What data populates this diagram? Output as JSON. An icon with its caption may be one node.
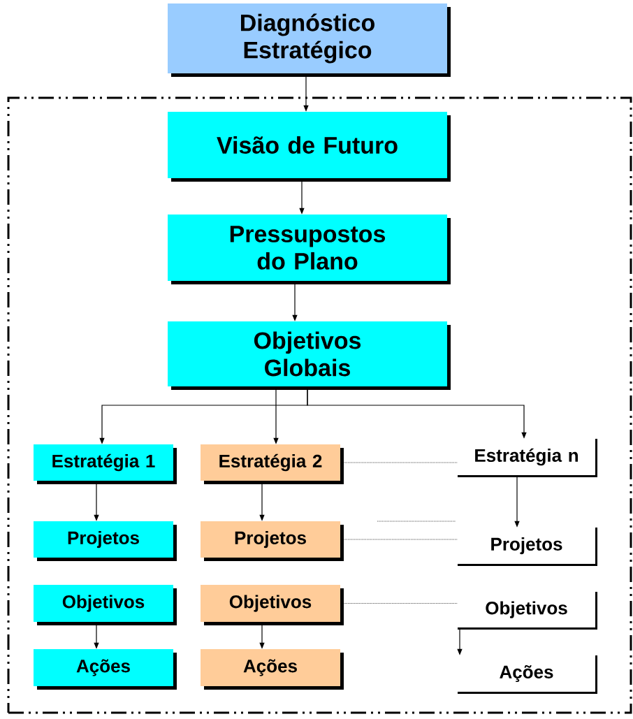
{
  "diagram": {
    "nodes": [
      {
        "text": [
          "Diagnóstico Estratégico"
        ]
      },
      {
        "text": [],
        "shape": "box"
      },
      {
        "text": [
          "Visão de Futuro"
        ],
        "in": 1
      },
      {
        "text": [
          "Pressupostos do Plano"
        ],
        "in": 1
      },
      {
        "text": [
          "Objetivos Globais"
        ],
        "in": 1
      },
      {
        "text": [
          "Estratégia 1"
        ],
        "in": 1
      },
      {
        "text": [
          "Estratégia 2"
        ],
        "in": 1
      },
      {
        "text": [
          "Estratégia n"
        ],
        "in": 1
      },
      {
        "text": [
          "Projetos"
        ],
        "in": 1
      },
      {
        "text": [
          "Projetos"
        ],
        "in": 1
      },
      {
        "text": [
          "Projetos"
        ],
        "in": 1
      },
      {
        "text": [
          "Objetivos"
        ],
        "in": 1
      },
      {
        "text": [
          "Objetivos"
        ],
        "in": 1
      },
      {
        "text": [
          "Objetivos"
        ],
        "in": 1
      },
      {
        "text": [
          "Ações"
        ],
        "in": 1
      },
      {
        "text": [
          "Ações"
        ],
        "in": 1
      },
      {
        "text": [
          "Ações"
        ],
        "in": 1
      }
    ],
    "edges": [
      {
        "from": 0,
        "to": 2,
        "arrow": "to"
      },
      {
        "from": 2,
        "to": 3,
        "arrow": "to"
      },
      {
        "from": 3,
        "to": 4,
        "arrow": "to"
      },
      {
        "from": 4,
        "to": 5,
        "arrow": "to"
      },
      {
        "from": 4,
        "to": 6,
        "arrow": "to"
      },
      {
        "from": 4,
        "to": 7,
        "arrow": "to"
      },
      {
        "from": 5,
        "to": 8,
        "arrow": "to"
      },
      {
        "from": 6,
        "to": 9,
        "arrow": "to"
      },
      {
        "from": 7,
        "to": 10,
        "arrow": "to"
      },
      {
        "from": 11,
        "to": 14,
        "arrow": "to"
      },
      {
        "from": 12,
        "to": 15,
        "arrow": "to"
      },
      {
        "from": 13,
        "to": 16,
        "arrow": "to"
      },
      {
        "from": 6,
        "to": 7,
        "arrow": "none",
        "style": "dashed"
      },
      {
        "from": 9,
        "to": 10,
        "arrow": "none",
        "style": "dashed"
      },
      {
        "from": 12,
        "to": 13,
        "arrow": "none",
        "style": "dashed"
      }
    ]
  }
}
